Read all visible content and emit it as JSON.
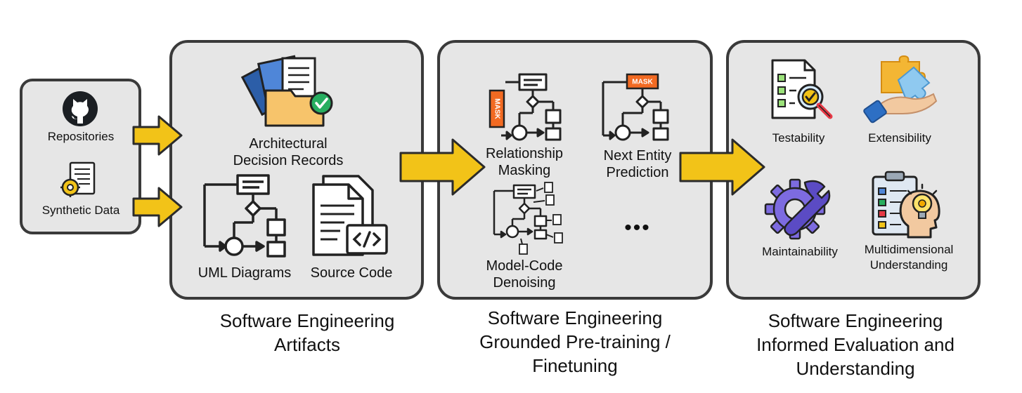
{
  "sources": {
    "repositories": "Repositories",
    "synthetic": "Synthetic Data"
  },
  "artifacts": {
    "adr": [
      "Architectural",
      "Decision Records"
    ],
    "uml": "UML Diagrams",
    "code": "Source Code",
    "caption": [
      "Software Engineering",
      "Artifacts"
    ]
  },
  "pretraining": {
    "relationship": [
      "Relationship",
      "Masking"
    ],
    "next_entity": [
      "Next Entity",
      "Prediction"
    ],
    "denoising": [
      "Model-Code",
      "Denoising"
    ],
    "more": "•••",
    "mask_tag": "MASK",
    "caption": [
      "Software Engineering",
      "Grounded Pre-training /",
      "Finetuning"
    ]
  },
  "evaluation": {
    "testability": "Testability",
    "extensibility": "Extensibility",
    "maintainability": "Maintainability",
    "multidimensional": [
      "Multidimensional",
      "Understanding"
    ],
    "caption": [
      "Software Engineering",
      "Informed Evaluation and",
      "Understanding"
    ]
  },
  "colors": {
    "panel_fill": "#e6e6e6",
    "panel_border": "#3a3a3a",
    "arrow_fill": "#f2c318",
    "arrow_stroke": "#2b2b2b",
    "mask_orange": "#f26a22",
    "folder_yellow": "#f7c46b",
    "check_green": "#27ae60",
    "gear_purple": "#7d6be0",
    "puzzle_blue": "#2d6fc4"
  }
}
